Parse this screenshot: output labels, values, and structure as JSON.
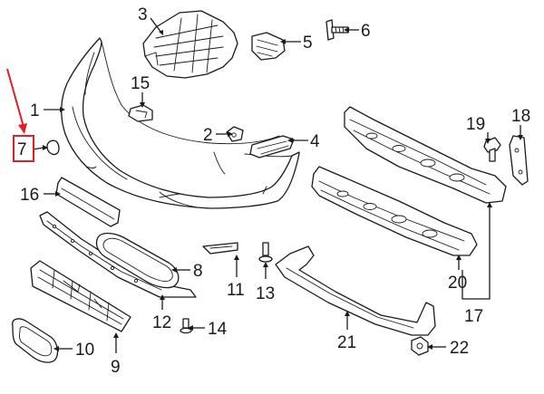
{
  "diagram": {
    "highlight_color": "#e41e26",
    "line_color": "#1a1a1a",
    "parts": [
      {
        "id": "1",
        "label": "1"
      },
      {
        "id": "2",
        "label": "2"
      },
      {
        "id": "3",
        "label": "3"
      },
      {
        "id": "4",
        "label": "4"
      },
      {
        "id": "5",
        "label": "5"
      },
      {
        "id": "6",
        "label": "6"
      },
      {
        "id": "7",
        "label": "7",
        "highlighted": true
      },
      {
        "id": "8",
        "label": "8"
      },
      {
        "id": "9",
        "label": "9"
      },
      {
        "id": "10",
        "label": "10"
      },
      {
        "id": "11",
        "label": "11"
      },
      {
        "id": "12",
        "label": "12"
      },
      {
        "id": "13",
        "label": "13"
      },
      {
        "id": "14",
        "label": "14"
      },
      {
        "id": "15",
        "label": "15"
      },
      {
        "id": "16",
        "label": "16"
      },
      {
        "id": "17",
        "label": "17"
      },
      {
        "id": "18",
        "label": "18"
      },
      {
        "id": "19",
        "label": "19"
      },
      {
        "id": "20",
        "label": "20"
      },
      {
        "id": "21",
        "label": "21"
      },
      {
        "id": "22",
        "label": "22"
      }
    ]
  }
}
